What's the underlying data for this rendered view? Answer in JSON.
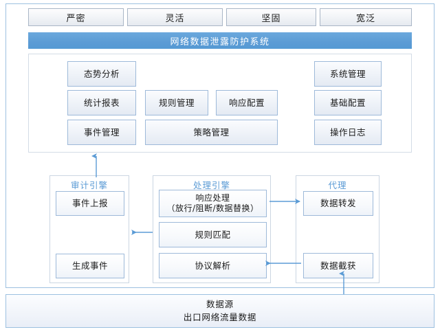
{
  "diagram": {
    "title": "网络数据泄露防护系统",
    "tabs": [
      {
        "label": "严密"
      },
      {
        "label": "灵活"
      },
      {
        "label": "坚固"
      },
      {
        "label": "宽泛"
      }
    ],
    "management_panel": {
      "items": [
        {
          "label": "态势分析"
        },
        {
          "label": "系统管理"
        },
        {
          "label": "统计报表"
        },
        {
          "label": "规则管理"
        },
        {
          "label": "响应配置"
        },
        {
          "label": "基础配置"
        },
        {
          "label": "事件管理"
        },
        {
          "label": "策略管理"
        },
        {
          "label": "操作日志"
        }
      ]
    },
    "groups": [
      {
        "label": "审计引擎",
        "items": [
          {
            "label": "事件上报"
          },
          {
            "label": "生成事件"
          }
        ]
      },
      {
        "label": "处理引擎",
        "items": [
          {
            "label": "响应处理",
            "sublabel": "（放行/阻断/数据替换）"
          },
          {
            "label": "规则匹配"
          },
          {
            "label": "协议解析"
          }
        ]
      },
      {
        "label": "代理",
        "items": [
          {
            "label": "数据转发"
          },
          {
            "label": "数据截获"
          }
        ]
      }
    ],
    "data_source": {
      "line1": "数据源",
      "line2": "出口网络流量数据"
    },
    "colors": {
      "accent": "#5B9BD5",
      "border": "#9DB9D9",
      "frame": "#9CC0E0",
      "arrow": "#5B9BD5"
    }
  }
}
